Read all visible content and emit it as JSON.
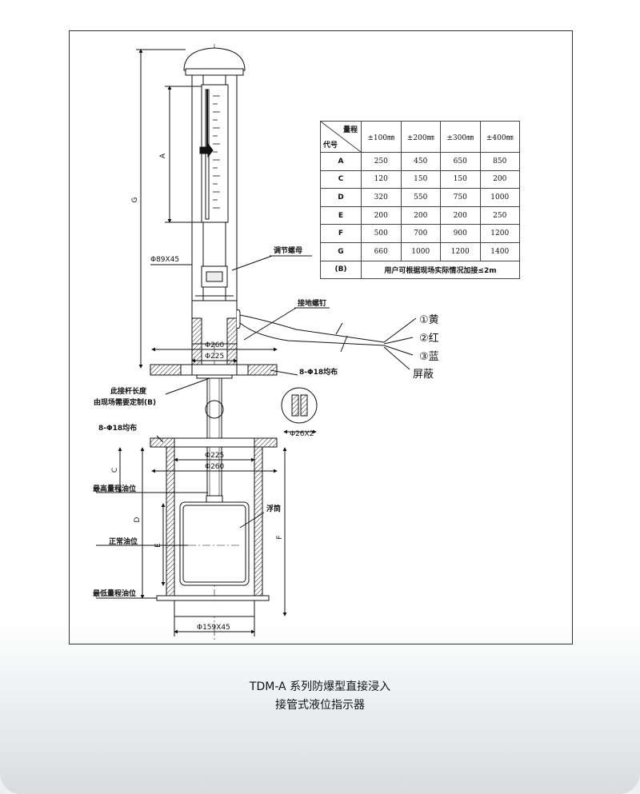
{
  "table": {
    "header_range": "量程",
    "header_code": "代号",
    "columns": [
      "±100㎜",
      "±200㎜",
      "±300㎜",
      "±400㎜"
    ],
    "rows": [
      {
        "code": "A",
        "values": [
          "250",
          "450",
          "650",
          "850"
        ]
      },
      {
        "code": "C",
        "values": [
          "120",
          "150",
          "150",
          "200"
        ]
      },
      {
        "code": "D",
        "values": [
          "320",
          "550",
          "750",
          "1000"
        ]
      },
      {
        "code": "E",
        "values": [
          "200",
          "200",
          "200",
          "250"
        ]
      },
      {
        "code": "F",
        "values": [
          "500",
          "700",
          "900",
          "1200"
        ]
      },
      {
        "code": "G",
        "values": [
          "660",
          "1000",
          "1200",
          "1400"
        ]
      }
    ],
    "note_code": "(B)",
    "note": "用户可根据现场实际情况加接≤2m"
  },
  "labels": {
    "adjust_nut": "调节螺母",
    "ground_screw": "接地螺钉",
    "rod_length_1": "此接杆长度",
    "rod_length_2": "由现场需要定制(B)",
    "bolt_holes_top": "8-Φ18均布",
    "bolt_holes_bottom": "8-Φ18均布",
    "highest_level": "最高量程油位",
    "normal_level": "正常油位",
    "lowest_level": "最低量程油位",
    "float": "浮筒"
  },
  "dimensions": {
    "dia_89": "Φ89X45",
    "dia_260_top": "Φ260",
    "dia_225_top": "Φ225",
    "dia_26": "Φ26X2",
    "dia_225_bottom": "Φ225",
    "dia_260_bottom": "Φ260",
    "dia_159": "Φ159X45",
    "A": "A",
    "G": "G",
    "C": "C",
    "D": "D",
    "E": "E",
    "F": "F"
  },
  "wires": {
    "w1": "①黄",
    "w2": "②红",
    "w3": "③蓝",
    "shield": "屏蔽"
  },
  "caption": {
    "line1": "TDM-A 系列防爆型直接浸入",
    "line2": "接管式液位指示器"
  }
}
